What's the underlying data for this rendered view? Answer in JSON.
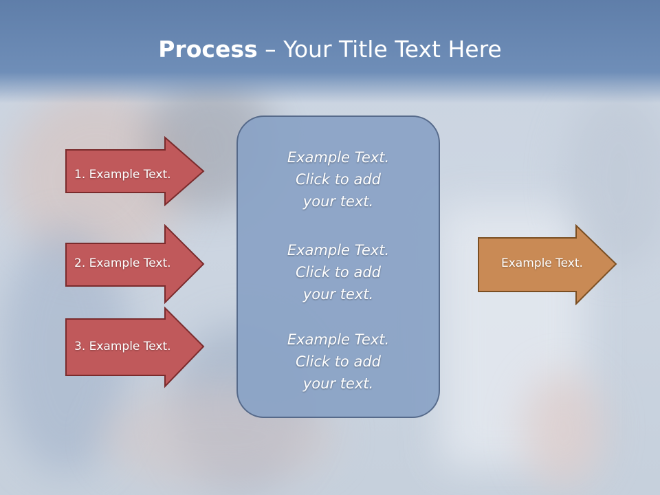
{
  "slide": {
    "title_bold": "Process",
    "title_rest": " – Your Title Text Here"
  },
  "left_arrows": [
    {
      "label": "1. Example Text."
    },
    {
      "label": "2. Example Text."
    },
    {
      "label": "3. Example Text."
    }
  ],
  "center_box": {
    "paragraphs": [
      {
        "line1": "Example Text.",
        "line2": "Click  to add",
        "line3": "your text."
      },
      {
        "line1": "Example Text.",
        "line2": "Click  to add",
        "line3": "your text."
      },
      {
        "line1": "Example Text.",
        "line2": "Click  to add",
        "line3": "your text."
      }
    ]
  },
  "right_arrow": {
    "label": "Example Text."
  },
  "colors": {
    "title_bar": "#6f8eb8",
    "red_arrow_fill": "#c0595b",
    "red_arrow_border": "#7a2b2c",
    "box_fill": "#8aa3c6",
    "box_border": "#4d6284",
    "orange_arrow_fill": "#c98a55",
    "orange_arrow_border": "#7a4e22"
  }
}
